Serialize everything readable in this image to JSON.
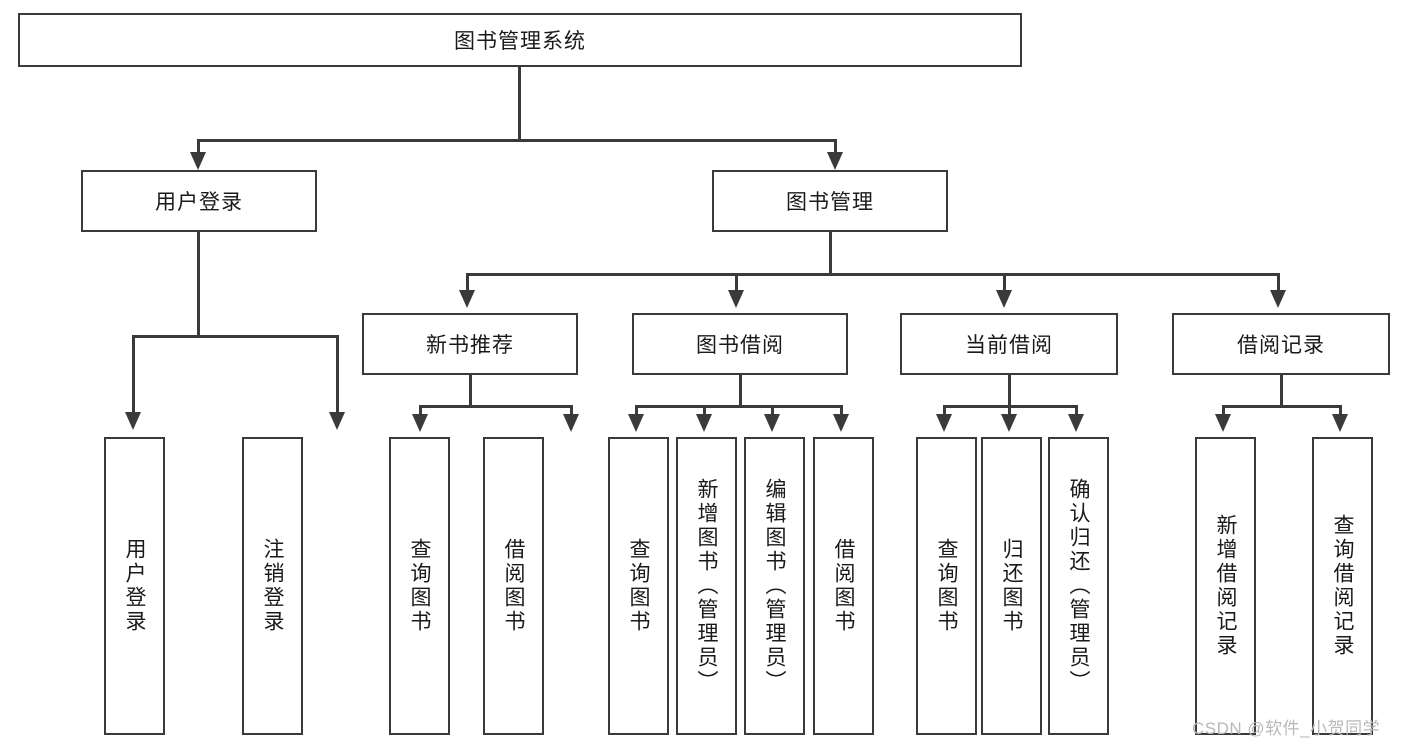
{
  "diagram": {
    "title": "图书管理系统",
    "type": "tree",
    "levels": {
      "level1": [
        {
          "id": "root",
          "label": "图书管理系统"
        }
      ],
      "level2": [
        {
          "id": "user-login",
          "label": "用户登录"
        },
        {
          "id": "book-management",
          "label": "图书管理"
        }
      ],
      "level3": [
        {
          "id": "new-book-recommend",
          "label": "新书推荐",
          "parent": "book-management"
        },
        {
          "id": "book-borrow",
          "label": "图书借阅",
          "parent": "book-management"
        },
        {
          "id": "current-borrow",
          "label": "当前借阅",
          "parent": "book-management"
        },
        {
          "id": "borrow-record",
          "label": "借阅记录",
          "parent": "book-management"
        }
      ],
      "leaves": [
        {
          "id": "leaf-user-login",
          "label": "用户登录",
          "parent": "user-login"
        },
        {
          "id": "leaf-logout-login",
          "label": "注销登录",
          "parent": "user-login"
        },
        {
          "id": "leaf-query-book-1",
          "label": "查询图书",
          "parent": "new-book-recommend"
        },
        {
          "id": "leaf-borrow-book-1",
          "label": "借阅图书",
          "parent": "new-book-recommend"
        },
        {
          "id": "leaf-query-book-2",
          "label": "查询图书",
          "parent": "book-borrow"
        },
        {
          "id": "leaf-add-book",
          "label": "新增图书（管理员）",
          "parent": "book-borrow"
        },
        {
          "id": "leaf-edit-book",
          "label": "编辑图书（管理员）",
          "parent": "book-borrow"
        },
        {
          "id": "leaf-borrow-book-2",
          "label": "借阅图书",
          "parent": "book-borrow"
        },
        {
          "id": "leaf-query-book-3",
          "label": "查询图书",
          "parent": "current-borrow"
        },
        {
          "id": "leaf-return-book",
          "label": "归还图书",
          "parent": "current-borrow"
        },
        {
          "id": "leaf-confirm-return",
          "label": "确认归还（管理员）",
          "parent": "current-borrow"
        },
        {
          "id": "leaf-add-record",
          "label": "新增借阅记录",
          "parent": "borrow-record"
        },
        {
          "id": "leaf-query-record",
          "label": "查询借阅记录",
          "parent": "borrow-record"
        }
      ]
    },
    "colors": {
      "stroke": "#3a3a3a",
      "fill": "#ffffff",
      "text": "#1a1a1a",
      "watermark": "#b9b9b9"
    }
  },
  "watermark": {
    "text": "CSDN @软件_小贺同学"
  }
}
